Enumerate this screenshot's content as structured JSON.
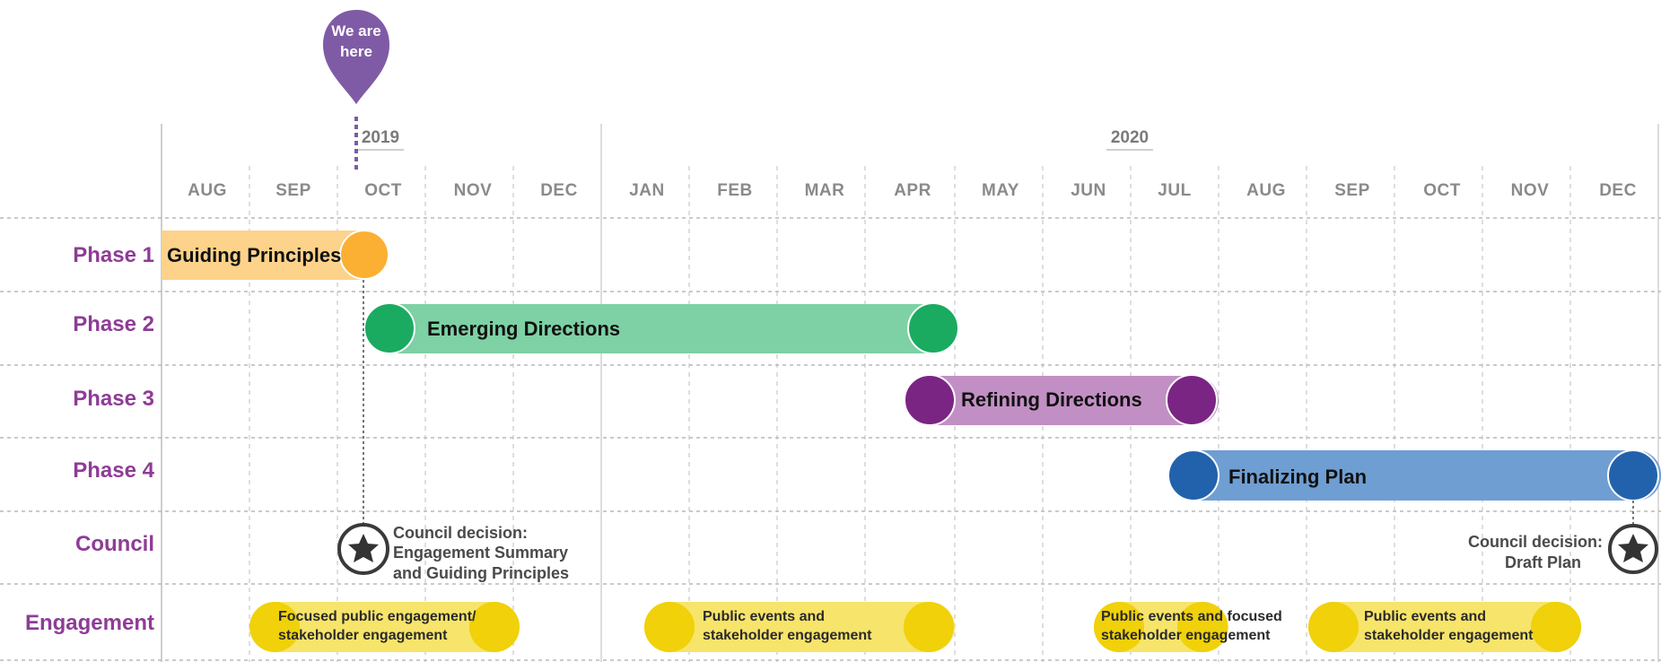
{
  "marker": {
    "line1": "We are",
    "line2": "here",
    "color": "#7f5ba6"
  },
  "years": [
    "2019",
    "2020"
  ],
  "months": [
    "AUG",
    "SEP",
    "OCT",
    "NOV",
    "DEC",
    "JAN",
    "FEB",
    "MAR",
    "APR",
    "MAY",
    "JUN",
    "JUL",
    "AUG",
    "SEP",
    "OCT",
    "NOV",
    "DEC"
  ],
  "rows": {
    "phase1": "Phase 1",
    "phase2": "Phase 2",
    "phase3": "Phase 3",
    "phase4": "Phase 4",
    "council": "Council",
    "engagement": "Engagement"
  },
  "phases": [
    {
      "label": "Guiding Principles",
      "bar_color": "#fdd28a",
      "end_color": "#fbb033"
    },
    {
      "label": "Emerging Directions",
      "bar_color": "#7dd1a4",
      "end_color": "#1aab61"
    },
    {
      "label": "Refining Directions",
      "bar_color": "#c28fc4",
      "end_color": "#7a2583"
    },
    {
      "label": "Finalizing Plan",
      "bar_color": "#6f9ed2",
      "end_color": "#2262ad"
    }
  ],
  "council": {
    "decision1": {
      "line1": "Council decision:",
      "line2": "Engagement Summary",
      "line3": "and Guiding Principles"
    },
    "decision2": {
      "line1": "Council decision:",
      "line2": "Draft Plan"
    }
  },
  "engagement": [
    {
      "line1": "Focused public engagement/",
      "line2": "stakeholder engagement"
    },
    {
      "line1": "Public events and",
      "line2": "stakeholder engagement"
    },
    {
      "line1": "Public events and focused",
      "line2": "stakeholder engagement"
    },
    {
      "line1": "Public events and",
      "line2": "stakeholder engagement"
    }
  ],
  "colors": {
    "engagement_bar": "#f7e46a",
    "engagement_end": "#f0d10a",
    "label_purple": "#8e3c96"
  }
}
